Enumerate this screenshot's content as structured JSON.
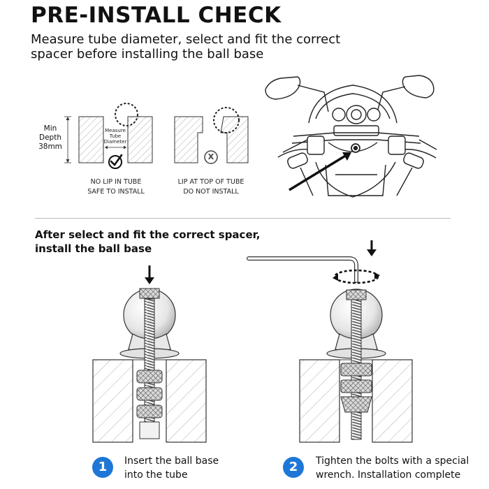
{
  "header": {
    "title": "PRE-INSTALL CHECK",
    "subtitle_line1": "Measure tube diameter, select and fit the correct",
    "subtitle_line2": "spacer before installing the ball base"
  },
  "check": {
    "min_depth": [
      "Min",
      "Depth",
      "38mm"
    ],
    "measure": [
      "Measure",
      "Tube",
      "Diameter"
    ],
    "good_caption": [
      "NO LIP IN TUBE",
      "SAFE TO INSTALL"
    ],
    "bad_caption": [
      "LIP AT TOP OF TUBE",
      "DO NOT INSTALL"
    ],
    "bad_mark": "X"
  },
  "install": {
    "heading_line1": "After select and fit the correct spacer,",
    "heading_line2": "install the ball base"
  },
  "steps": [
    {
      "number": "1",
      "line1": "Insert the ball base",
      "line2": "into the tube"
    },
    {
      "number": "2",
      "line1": "Tighten the bolts with a special",
      "line2": "wrench. Installation complete"
    }
  ],
  "colors": {
    "accent": "#1e77d6",
    "line": "#222222"
  }
}
